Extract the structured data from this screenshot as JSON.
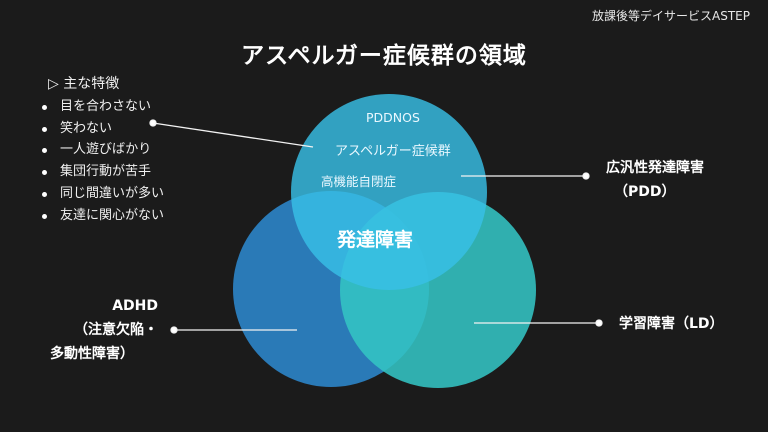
{
  "header": {
    "brand": "放課後等デイサービスASTEP",
    "title": "アスペルガー症候群の領域"
  },
  "features": {
    "heading": "▷ 主な特徴",
    "items": [
      "目を合わさない",
      "笑わない",
      "一人遊びばかり",
      "集団行動が苦手",
      "同じ間違いが多い",
      "友達に関心がない"
    ]
  },
  "venn": {
    "center_label": "発達障害",
    "top_circle": {
      "lines": [
        "PDDNOS",
        "アスペルガー症候群",
        "高機能自閉症"
      ],
      "color": "#35aed3"
    },
    "left_circle": {
      "color": "#2b7fc0"
    },
    "right_circle": {
      "color": "#34c0c0"
    }
  },
  "labels": {
    "pdd": {
      "line1": "広汎性発達障害",
      "line2": "（PDD）"
    },
    "adhd": {
      "line1": "ADHD",
      "line2": "（注意欠陥・",
      "line3": "多動性障害）"
    },
    "ld": {
      "line1": "学習障害（LD）"
    }
  }
}
